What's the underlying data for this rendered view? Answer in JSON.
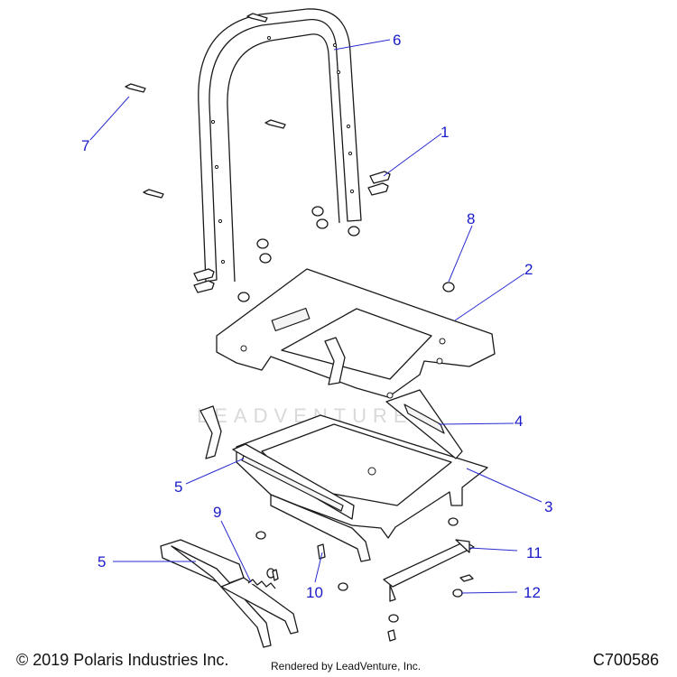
{
  "footer": {
    "copyright": "© 2019 Polaris Industries Inc.",
    "rendered_by": "Rendered by LeadVenture, Inc.",
    "diagram_code": "C700586"
  },
  "watermark": "LEADVENTURE",
  "callouts": [
    {
      "id": "1",
      "label": "1"
    },
    {
      "id": "2",
      "label": "2"
    },
    {
      "id": "3",
      "label": "3"
    },
    {
      "id": "4",
      "label": "4"
    },
    {
      "id": "5a",
      "label": "5"
    },
    {
      "id": "5b",
      "label": "5"
    },
    {
      "id": "6",
      "label": "6"
    },
    {
      "id": "7",
      "label": "7"
    },
    {
      "id": "8",
      "label": "8"
    },
    {
      "id": "9",
      "label": "9"
    },
    {
      "id": "10",
      "label": "10"
    },
    {
      "id": "11",
      "label": "11"
    },
    {
      "id": "12",
      "label": "12"
    }
  ],
  "colors": {
    "callout": "#1a1ac8",
    "leader": "#2a2ad0",
    "line": "#1a1a1a"
  }
}
